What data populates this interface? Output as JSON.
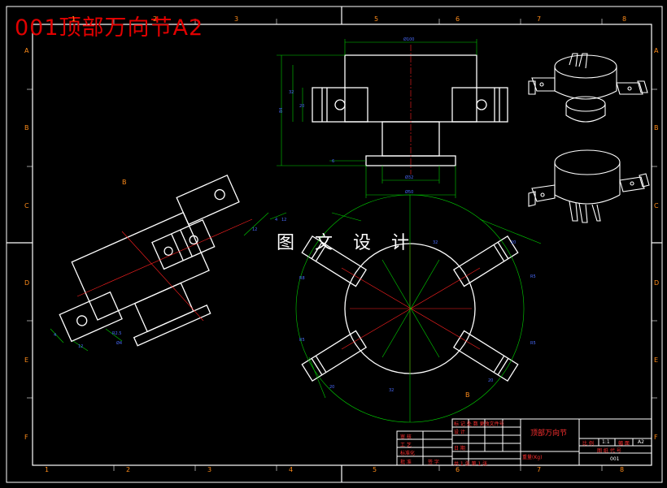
{
  "title": "001顶部万向节A2",
  "watermark": "图 文 设 计",
  "zones": {
    "columns": [
      "1",
      "2",
      "3",
      "4",
      "5",
      "6",
      "7",
      "8"
    ],
    "rows": [
      "A",
      "B",
      "C",
      "D",
      "E",
      "F"
    ]
  },
  "view_labels": {
    "b_upper": "B",
    "b_lower": "B"
  },
  "title_block": {
    "part_name": "顶部万向节",
    "drawing_no": "001",
    "scale_label": "比 例",
    "scale_value": "1:1",
    "sheet_size_label": "幅 面",
    "sheet_size_value": "A2",
    "drawing_code_label": "图 纸 代 号",
    "material_label": "重量(Kg)",
    "sheet_count": "共 1 张 第 1 张",
    "sign": "签 字",
    "rev_header": "标 记 处 数 更改文件号",
    "designer_label": "设 计",
    "checker_label": "审 核",
    "process_label": "工 艺",
    "approve_label": "批 准",
    "standard_label": "标准化",
    "date_label": "日 期"
  },
  "colors": {
    "outline": "#ffffff",
    "dimension": "#00d000",
    "centerline": "#ff2020",
    "dim_text": "#4a6cff",
    "zone_text": "#ff8c1a",
    "title_text": "#e00000"
  }
}
